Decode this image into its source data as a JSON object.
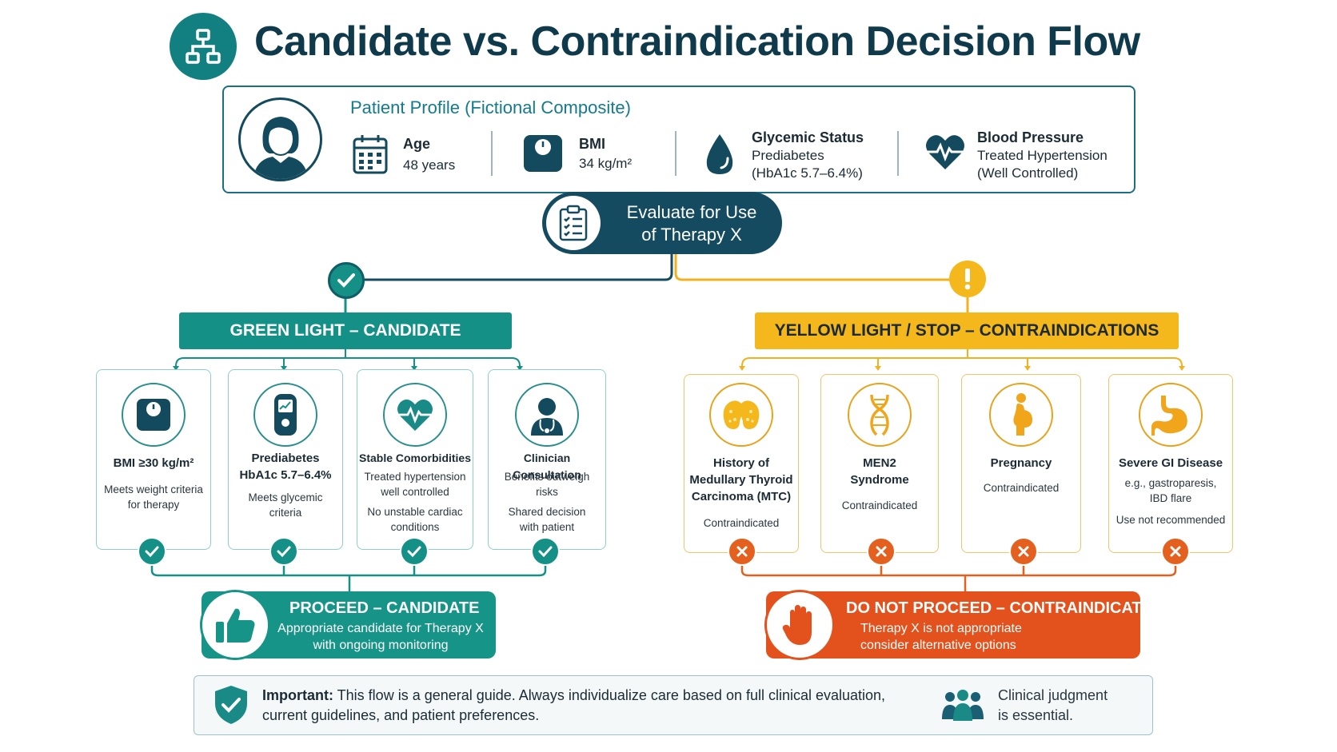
{
  "header": {
    "title": "Candidate vs. Contraindication Decision Flow",
    "icon": "flowchart-icon"
  },
  "profile": {
    "title": "Patient Profile (Fictional Composite)",
    "avatar_icon": "patient-avatar-icon",
    "stats": [
      {
        "label": "Age",
        "value_lines": [
          "48 years"
        ],
        "icon": "calendar-icon"
      },
      {
        "label": "BMI",
        "value_lines": [
          "34 kg/m²"
        ],
        "icon": "scale-icon"
      },
      {
        "label": "Glycemic Status",
        "value_lines": [
          "Prediabetes",
          "(HbA1c 5.7–6.4%)"
        ],
        "icon": "blood-drop-icon"
      },
      {
        "label": "Blood Pressure",
        "value_lines": [
          "Treated Hypertension",
          "(Well Controlled)"
        ],
        "icon": "heart-pulse-icon"
      }
    ]
  },
  "evaluate": {
    "lines": [
      "Evaluate for Use",
      "of Therapy X"
    ],
    "icon": "clipboard-checklist-icon"
  },
  "green": {
    "banner": "GREEN LIGHT – CANDIDATE",
    "color": "#149087",
    "cards": [
      {
        "title_lines": [
          "BMI ≥30 kg/m²"
        ],
        "text_blocks": [
          [
            "Meets weight criteria",
            "for therapy"
          ]
        ],
        "icon": "scale-icon"
      },
      {
        "title_lines": [
          "Prediabetes",
          "HbA1c 5.7–6.4%"
        ],
        "text_blocks": [
          [
            "Meets glycemic",
            "criteria"
          ]
        ],
        "icon": "glucose-meter-icon"
      },
      {
        "title_lines": [
          "Stable Comorbidities"
        ],
        "text_blocks": [
          [
            "Treated hypertension",
            "well controlled"
          ],
          [
            "No unstable cardiac",
            "conditions"
          ]
        ],
        "icon": "heart-pulse-icon"
      },
      {
        "title_lines": [
          "Clinician Consultation"
        ],
        "text_blocks": [
          [
            "Benefits outweigh",
            "risks"
          ],
          [
            "Shared decision",
            "with patient"
          ]
        ],
        "icon": "doctor-icon"
      }
    ],
    "outcome": {
      "title": "PROCEED – CANDIDATE",
      "text_lines": [
        "Appropriate candidate for Therapy X",
        "with ongoing monitoring"
      ],
      "icon": "thumbs-up-icon"
    }
  },
  "yellow": {
    "banner": "YELLOW LIGHT / STOP – CONTRAINDICATIONS",
    "color": "#f4b71c",
    "cards": [
      {
        "title_lines": [
          "History of",
          "Medullary Thyroid",
          "Carcinoma (MTC)"
        ],
        "text_blocks": [
          [
            "Contraindicated"
          ]
        ],
        "icon": "thyroid-icon"
      },
      {
        "title_lines": [
          "MEN2",
          "Syndrome"
        ],
        "text_blocks": [
          [
            "Contraindicated"
          ]
        ],
        "icon": "dna-icon"
      },
      {
        "title_lines": [
          "Pregnancy"
        ],
        "text_blocks": [
          [
            "Contraindicated"
          ]
        ],
        "icon": "pregnancy-icon"
      },
      {
        "title_lines": [
          "Severe GI Disease"
        ],
        "text_blocks": [
          [
            "e.g., gastroparesis,",
            "IBD flare"
          ],
          [
            "Use not recommended"
          ]
        ],
        "icon": "stomach-icon"
      }
    ],
    "outcome": {
      "title": "DO NOT PROCEED – CONTRAINDICATED",
      "text_lines": [
        "Therapy X is not appropriate",
        "consider alternative options"
      ],
      "icon": "stop-hand-icon"
    }
  },
  "footer": {
    "bold": "Important:",
    "text": " This flow is a general guide. Always individualize care based on full clinical evaluation, current guidelines, and patient preferences.",
    "side_lines": [
      "Clinical judgment",
      "is essential."
    ],
    "icon": "shield-check-icon",
    "side_icon": "care-team-icon"
  },
  "colors": {
    "teal": "#149087",
    "navy": "#154b60",
    "yellow": "#f4b71c",
    "orange": "#e3511c"
  }
}
